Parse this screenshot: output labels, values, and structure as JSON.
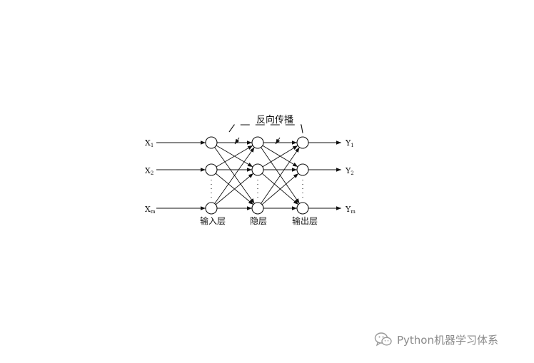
{
  "diagram": {
    "title": "反向传播",
    "inputs": [
      {
        "base": "X",
        "sub": "1"
      },
      {
        "base": "X",
        "sub": "2"
      },
      {
        "base": "X",
        "sub": "m"
      }
    ],
    "outputs": [
      {
        "base": "Y",
        "sub": "1"
      },
      {
        "base": "Y",
        "sub": "2"
      },
      {
        "base": "Y",
        "sub": "m"
      }
    ],
    "layers": [
      {
        "label": "输入层"
      },
      {
        "label": "隐层"
      },
      {
        "label": "输出层"
      }
    ]
  },
  "watermark": {
    "icon": "wechat-icon",
    "text": "Python机器学习体系",
    "color": "#8a8a8a"
  }
}
